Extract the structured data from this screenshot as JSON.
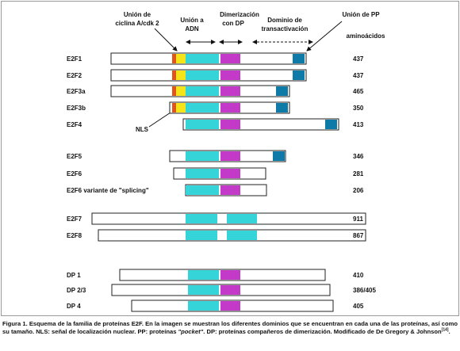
{
  "colors": {
    "orange": "#e0561a",
    "yellow": "#f6e41a",
    "cyan": "#35d4d8",
    "magenta": "#c43ac8",
    "blue": "#0d7aa8",
    "outline": "#222222"
  },
  "headers": {
    "cyclin_binding": [
      "Unión de",
      "ciclina A/cdk 2"
    ],
    "dna_binding": [
      "Unión a",
      "ADN"
    ],
    "dp_dimerization": [
      "Dimerización",
      "con DP"
    ],
    "transactivation": [
      "Dominio de",
      "transactivación"
    ],
    "pp_binding": "Unión de PP",
    "amino_acids": "aminoácidos"
  },
  "nls_label": "NLS",
  "proteins": [
    {
      "name": "E2F1",
      "aa": "437",
      "domains": [
        "orange",
        "yellow",
        "cyan",
        "magenta",
        "blue"
      ]
    },
    {
      "name": "E2F2",
      "aa": "437",
      "domains": [
        "orange",
        "yellow",
        "cyan",
        "magenta",
        "blue"
      ]
    },
    {
      "name": "E2F3a",
      "aa": "465",
      "domains": [
        "orange",
        "yellow",
        "cyan",
        "magenta",
        "blue"
      ]
    },
    {
      "name": "E2F3b",
      "aa": "350",
      "domains": [
        "orange",
        "yellow",
        "cyan",
        "magenta",
        "blue"
      ]
    },
    {
      "name": "E2F4",
      "aa": "413",
      "domains": [
        "cyan",
        "magenta",
        "blue"
      ]
    },
    {
      "name": "E2F5",
      "aa": "346",
      "domains": [
        "cyan",
        "magenta",
        "blue"
      ]
    },
    {
      "name": "E2F6",
      "aa": "281",
      "domains": [
        "cyan",
        "magenta"
      ]
    },
    {
      "name": "E2F6  variante de \"splicing\"",
      "aa": "206",
      "domains": [
        "cyan",
        "magenta"
      ]
    },
    {
      "name": "E2F7",
      "aa": "911",
      "domains": [
        "cyan",
        "cyan"
      ]
    },
    {
      "name": "E2F8",
      "aa": "867",
      "domains": [
        "cyan",
        "cyan"
      ]
    },
    {
      "name": "DP 1",
      "aa": "410",
      "domains": [
        "cyan",
        "magenta"
      ]
    },
    {
      "name": "DP 2/3",
      "aa": "386/405",
      "domains": [
        "cyan",
        "magenta"
      ]
    },
    {
      "name": "DP 4",
      "aa": "405",
      "domains": [
        "cyan",
        "magenta"
      ]
    }
  ],
  "caption": {
    "part1": "Figura 1. Esquema de la familia de proteínas E2F. En la imagen se muestran los diferentes dominios que se encuentran en cada una de las proteínas, así como su tamaño. NLS: señal de localización nuclear. PP: proteínas ",
    "pocket": "\"pocket\"",
    "part2": ". DP: proteínas compañeros de dimerización. Modificado de De Gregory & Johnson",
    "ref": "[14]",
    "part3": "."
  }
}
